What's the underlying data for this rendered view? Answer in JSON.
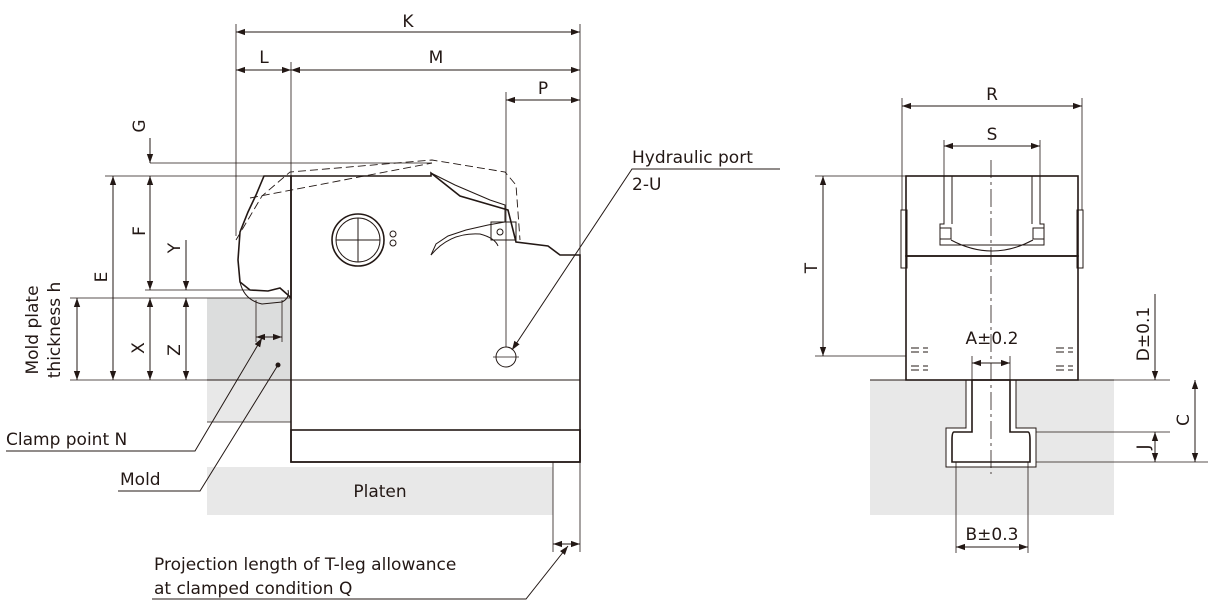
{
  "colors": {
    "ink": "#231815",
    "body_gray": "#c9cacb",
    "body_dark": "#b3b4b5",
    "mold_gray": "#dcdddd",
    "platen_gray": "#e8e8e8",
    "white": "#ffffff"
  },
  "side_view": {
    "dimensions": {
      "K": "K",
      "L": "L",
      "M": "M",
      "P": "P",
      "G": "G",
      "F": "F",
      "E": "E",
      "Y": "Y",
      "X": "X",
      "Z": "Z"
    },
    "mold_plate_line1": "Mold plate",
    "mold_plate_line2": "thickness h",
    "hydraulic_port_line1": "Hydraulic port",
    "hydraulic_port_line2": "2-U",
    "clamp_point": "Clamp point  N",
    "mold": "Mold",
    "platen": "Platen",
    "projection_line1": "Projection length of T-leg allowance",
    "projection_line2": "at clamped condition  Q"
  },
  "front_view": {
    "dimensions": {
      "R": "R",
      "S": "S",
      "T": "T",
      "A": "A±0.2",
      "D": "D±0.1",
      "C": "C",
      "J": "J",
      "B": "B±0.3"
    }
  }
}
